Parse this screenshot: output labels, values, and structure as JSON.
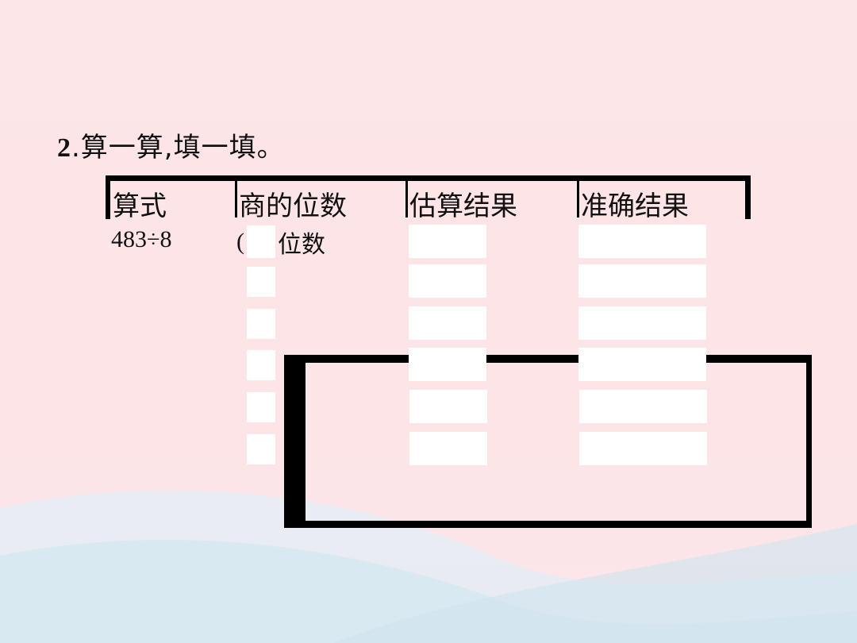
{
  "question": {
    "number": "2",
    "text": ".算一算,填一填。"
  },
  "table": {
    "headers": [
      "算式",
      "商的位数",
      "估算结果",
      "准确结果"
    ],
    "row": {
      "expression": "483÷8",
      "paren": "(",
      "digits_suffix": "位数"
    }
  },
  "colors": {
    "background": "#fde4e6",
    "wave": "#dbeaf1",
    "box": "#ffffff",
    "line": "#000000"
  }
}
